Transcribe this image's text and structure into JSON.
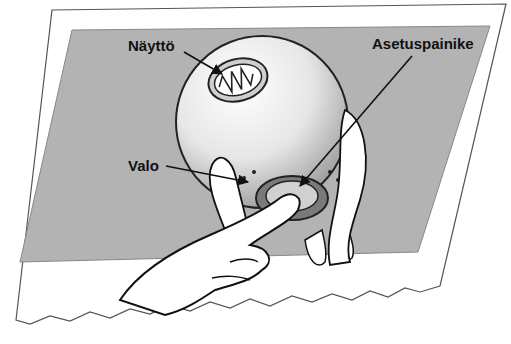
{
  "diagram": {
    "labels": [
      "Näyttö",
      "Asetuspainike",
      "Valo"
    ]
  }
}
